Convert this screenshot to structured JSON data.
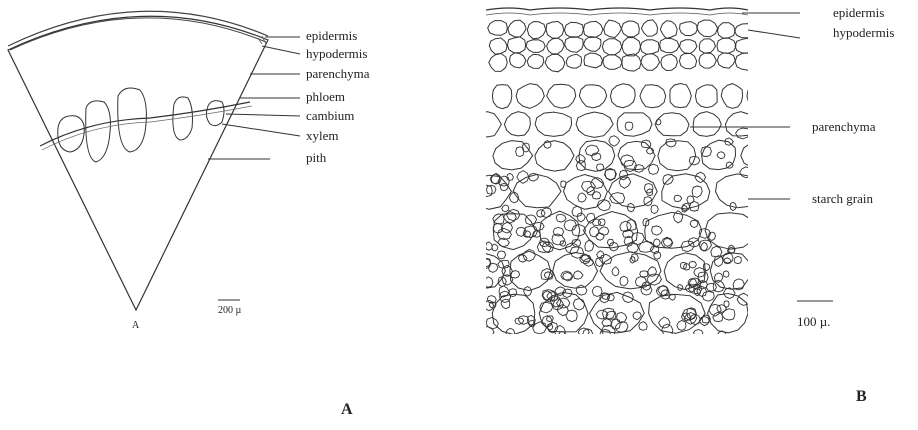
{
  "figure_a": {
    "labels": [
      "epidermis",
      "hypodermis",
      "parenchyma",
      "phloem",
      "cambium",
      "xylem",
      "pith"
    ],
    "apex_label": "A",
    "scale_label": "200 µ",
    "panel_letter": "A"
  },
  "figure_b": {
    "labels": [
      "epidermis",
      "hypodermis",
      "parenchyma",
      "starch grain"
    ],
    "scale_label": "100 µ.",
    "panel_letter": "B"
  }
}
